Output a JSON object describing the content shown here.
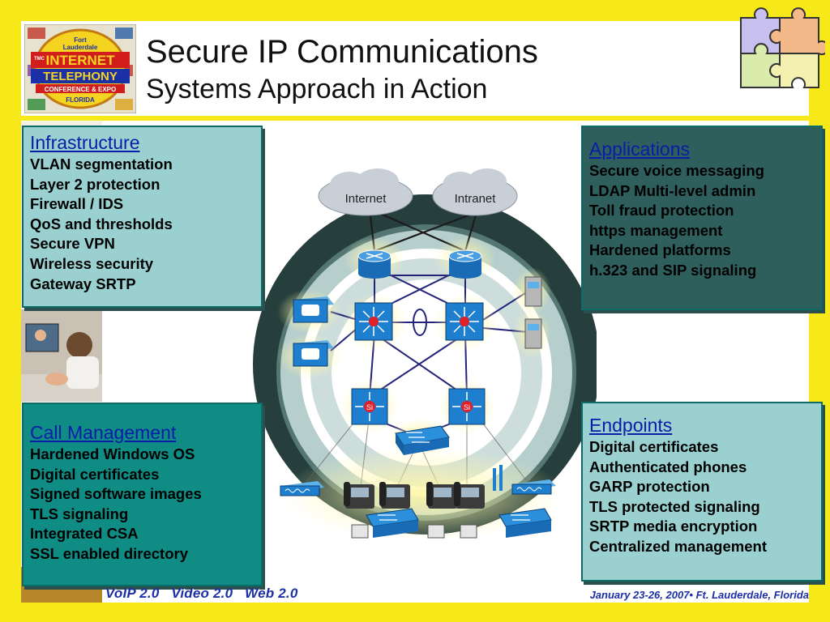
{
  "header": {
    "title": "Secure IP Communications",
    "subtitle": "Systems Approach in Action"
  },
  "logo": {
    "line1": "Fort",
    "line2": "Lauderdale",
    "line3": "INTERNET",
    "line4": "TELEPHONY",
    "line5": "CONFERENCE & EXPO",
    "line6": "FLORIDA",
    "tag": "TMC"
  },
  "boxes": {
    "infrastructure": {
      "heading": "Infrastructure",
      "items": [
        "VLAN segmentation",
        "Layer 2 protection",
        "Firewall / IDS",
        "QoS and thresholds",
        "Secure VPN",
        "Wireless security",
        "Gateway SRTP"
      ]
    },
    "applications": {
      "heading": "Applications",
      "items": [
        "Secure voice messaging",
        "LDAP Multi-level admin",
        "Toll fraud protection",
        "https management",
        "Hardened platforms",
        "h.323 and SIP signaling"
      ]
    },
    "call_management": {
      "heading": "Call Management",
      "items": [
        "Hardened Windows OS",
        "Digital certificates",
        "Signed software images",
        "TLS signaling",
        "Integrated CSA",
        "SSL enabled directory"
      ]
    },
    "endpoints": {
      "heading": "Endpoints",
      "items": [
        "Digital certificates",
        "Authenticated phones",
        "GARP protection",
        "TLS protected signaling",
        "SRTP media encryption",
        "Centralized management"
      ]
    }
  },
  "diagram": {
    "cloud_left": "Internet",
    "cloud_right": "Intranet",
    "si_label": "Si"
  },
  "footer": {
    "tags": [
      "VoIP 2.0",
      "Video 2.0",
      "Web 2.0"
    ],
    "event": "January 23-26, 2007• Ft. Lauderdale, Florida"
  },
  "colors": {
    "frame": "#f7e81a",
    "box_light": "#9ad1d0",
    "box_dark": "#2e5f5c",
    "box_teal": "#0f8c84",
    "heading_blue": "#0a1ca8",
    "device_blue": "#1f7fcf"
  }
}
